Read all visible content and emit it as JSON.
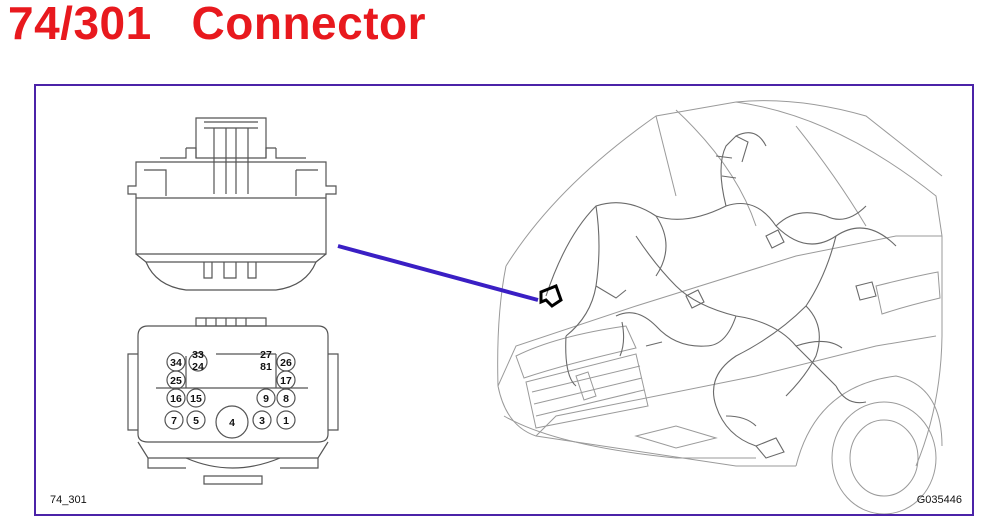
{
  "title": "74/301   Connector",
  "colors": {
    "title": "#e8191e",
    "frame": "#4b23a8",
    "pointer": "#3a1fc4",
    "lineart": "#555555",
    "car": "#9a9a9a"
  },
  "connector_pins": {
    "row1": [
      "34",
      "33",
      "24",
      "27",
      "81",
      "26"
    ],
    "row2": [
      "25",
      "17"
    ],
    "row3": [
      "16",
      "15",
      "9",
      "8"
    ],
    "row4": [
      "7",
      "5",
      "4",
      "3",
      "1"
    ]
  },
  "left_code": "74_301",
  "right_code": "G035446"
}
